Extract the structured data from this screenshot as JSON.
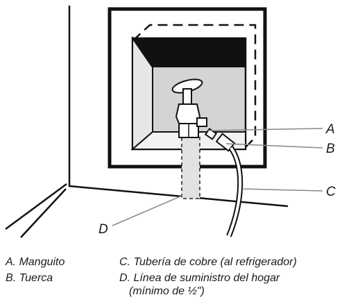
{
  "callouts": {
    "a": "A",
    "b": "B",
    "c": "C",
    "d": "D"
  },
  "legend": {
    "a": "A. Manguito",
    "b": "B. Tuerca",
    "c": "C. Tubería de cobre (al refrigerador)",
    "d_line1": "D. Línea de suministro del hogar",
    "d_line2": "(mínimo de ½\")"
  }
}
